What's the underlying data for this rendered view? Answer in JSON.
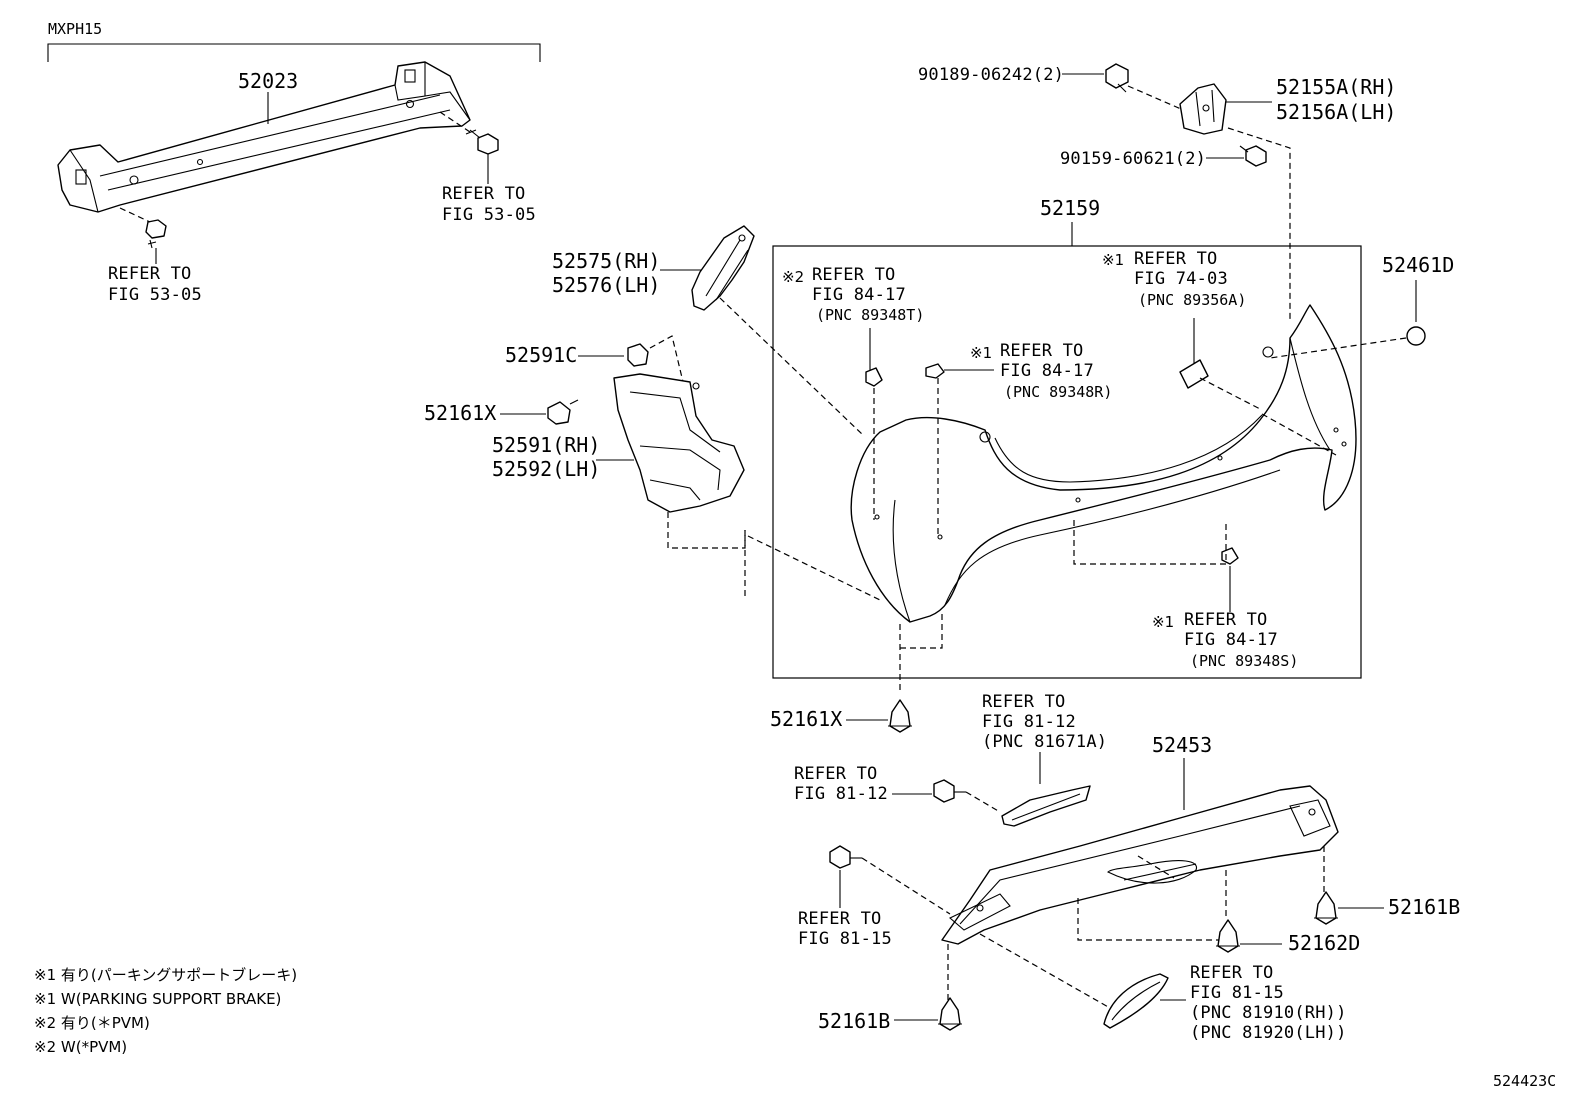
{
  "diagram": {
    "model_code": "MXPH15",
    "figure_id": "524423C",
    "parts": {
      "reinforcement": "52023",
      "bracket_rh": "52155A(RH)",
      "bracket_lh": "52156A(LH)",
      "bolt_upper": "90189-06242(2)",
      "nut_upper": "90159-60621(2)",
      "bumper_cover": "52159",
      "side_support_rh": "52575(RH)",
      "side_support_lh": "52576(LH)",
      "nut_clip": "52591C",
      "clip_side": "52161X",
      "retainer_rh": "52591(RH)",
      "retainer_lh": "52592(LH)",
      "plug": "52461D",
      "clip_lower": "52161X",
      "lower_cover": "52453",
      "clip_b_right": "52161B",
      "clip_d": "52162D",
      "clip_b_bottom": "52161B"
    },
    "refs": {
      "bolt_left": [
        "REFER TO",
        "FIG 53-05"
      ],
      "bolt_right": [
        "REFER TO",
        "FIG 53-05"
      ],
      "sensor_t": [
        "REFER TO",
        "FIG 84-17",
        "(PNC 89348T)"
      ],
      "sensor_t_mark": "※2",
      "sensor_r": [
        "REFER TO",
        "FIG 84-17",
        "(PNC 89348R)"
      ],
      "sensor_r_mark": "※1",
      "sensor_a": [
        "REFER TO",
        "FIG 74-03",
        "(PNC 89356A)"
      ],
      "sensor_a_mark": "※1",
      "sensor_s": [
        "REFER TO",
        "FIG 84-17",
        "(PNC 89348S)"
      ],
      "sensor_s_mark": "※1",
      "reflector": [
        "REFER TO",
        "FIG 81-12",
        "(PNC 81671A)"
      ],
      "screw_reflector": [
        "REFER TO",
        "FIG 81-12"
      ],
      "screw_lower": [
        "REFER TO",
        "FIG 81-15"
      ],
      "lamp": [
        "REFER TO",
        "FIG 81-15",
        "(PNC 81910(RH))",
        "(PNC 81920(LH))"
      ]
    },
    "notes": [
      "※1 有り(パーキングサポートブレーキ)",
      "※1 W(PARKING SUPPORT BRAKE)",
      "※2 有り(＊PVM)",
      "※2 W(*PVM)"
    ]
  }
}
